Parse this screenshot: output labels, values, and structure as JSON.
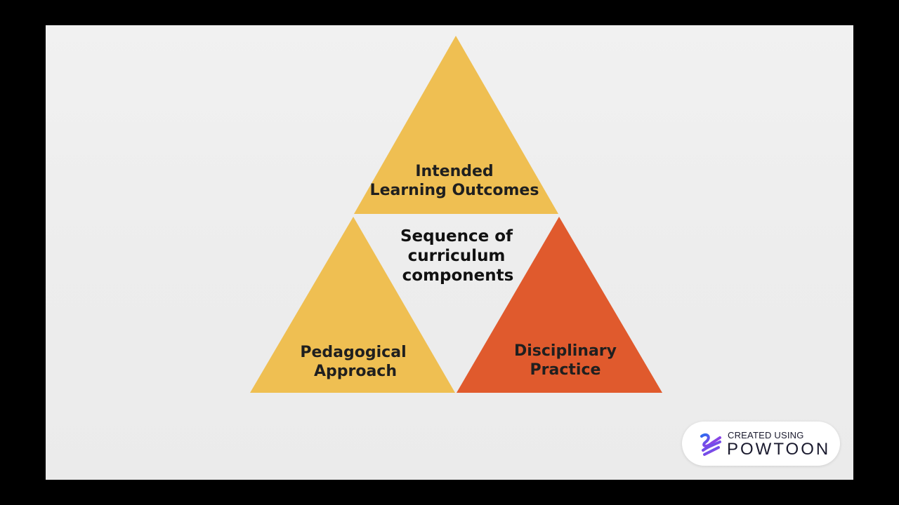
{
  "diagram": {
    "top_label_line1": "Intended",
    "top_label_line2": "Learning Outcomes",
    "left_label_line1": "Pedagogical",
    "left_label_line2": "Approach",
    "right_label_line1": "Disciplinary",
    "right_label_line2": "Practice",
    "center_line1": "Sequence of",
    "center_line2": "curriculum",
    "center_line3": "components",
    "colors": {
      "yellow": "#EFBF52",
      "orange": "#E05A2D"
    }
  },
  "badge": {
    "small_text": "CREATED USING",
    "brand_text": "POWTOON",
    "logo_icon": "powtoon-logo-icon"
  }
}
